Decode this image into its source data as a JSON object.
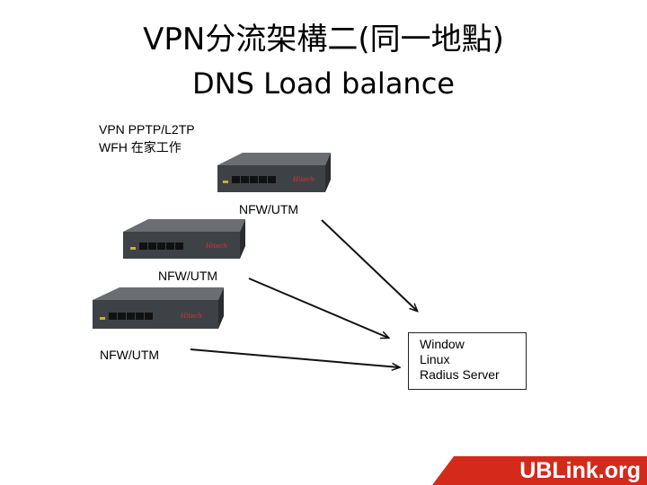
{
  "title": {
    "line1": "VPN分流架構二(同一地點)",
    "line2": "DNS Load balance"
  },
  "note": {
    "line1": "VPN PPTP/L2TP",
    "line2": "WFH 在家工作"
  },
  "devices": [
    {
      "label": "NFW/UTM"
    },
    {
      "label": "NFW/UTM"
    },
    {
      "label": "NFW/UTM"
    }
  ],
  "server": {
    "lines": [
      "Window",
      "Linux",
      "Radius Server"
    ]
  },
  "brand": {
    "text": "UBLink.org",
    "color": "#d32a1c"
  }
}
